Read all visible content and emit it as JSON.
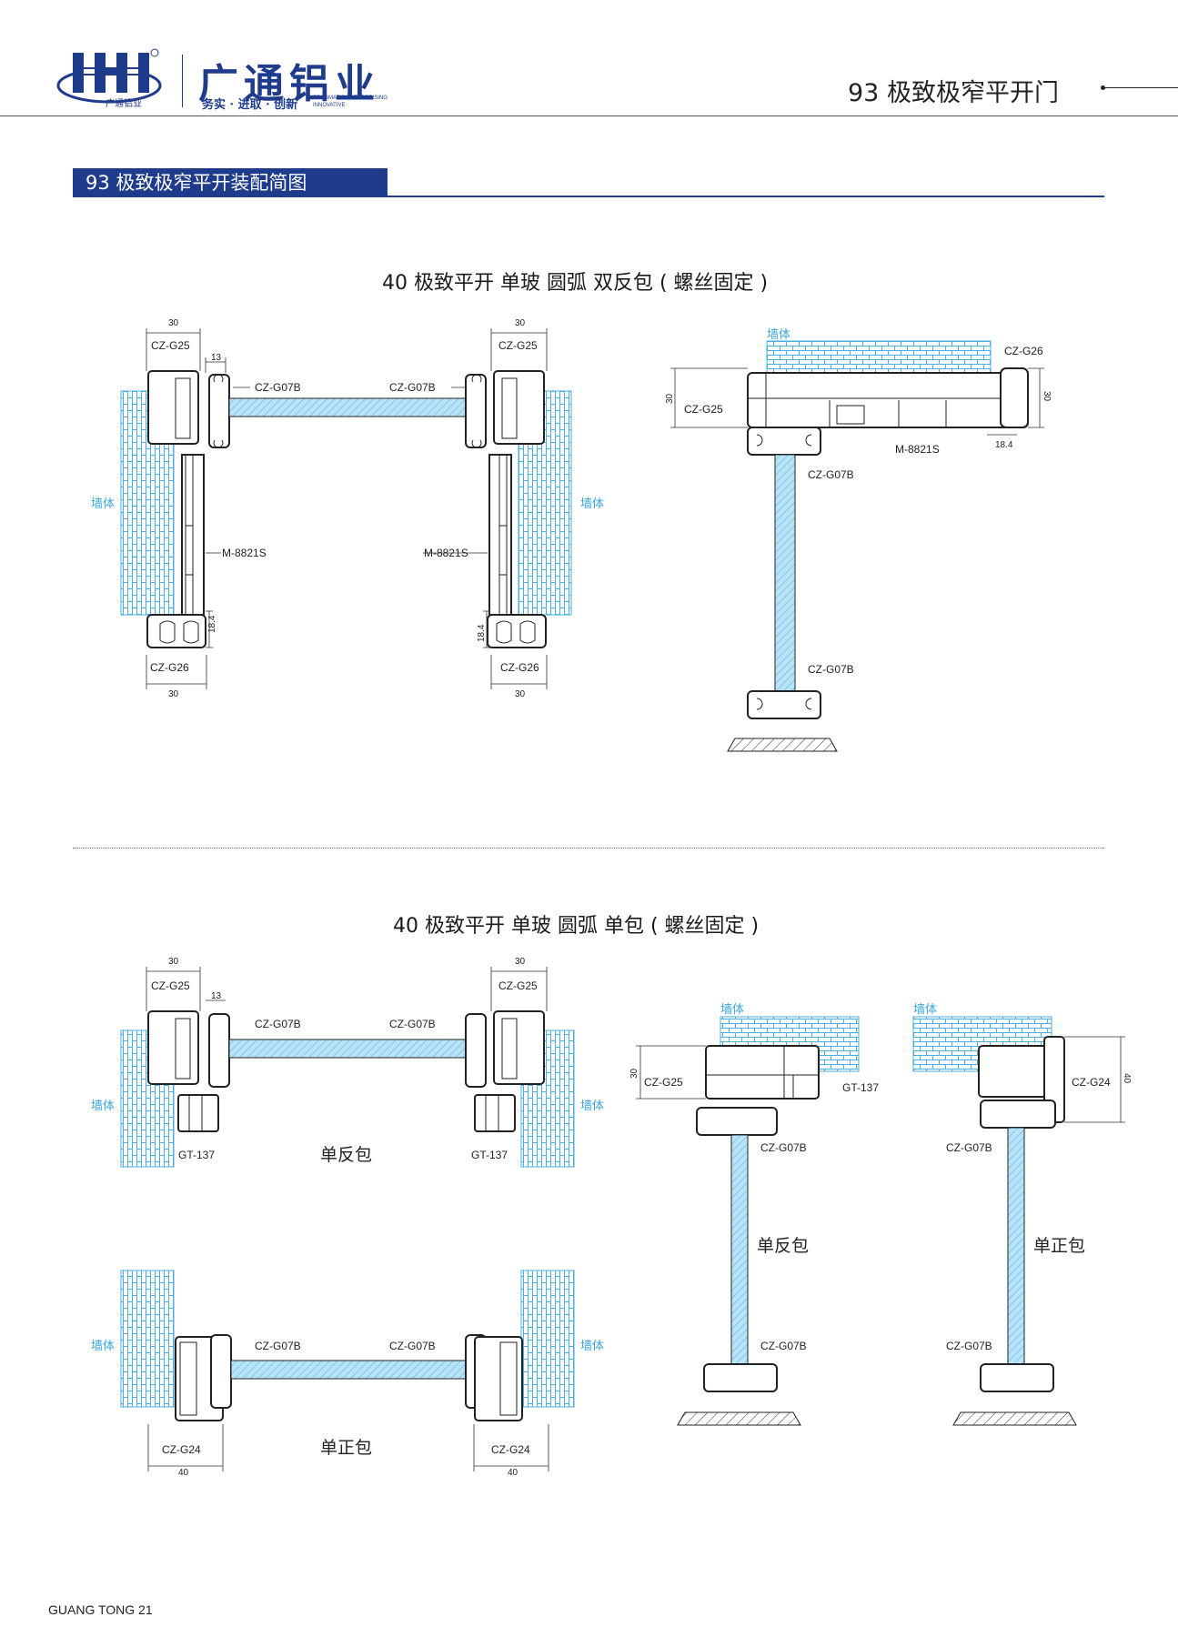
{
  "header": {
    "brand_name": "广通铝业",
    "slogan": "务实 · 进取 · 创新",
    "slogan_en": "PRAGMATIC ENTERPRISING INNOVATIVE",
    "logo_sub": "广通铝业",
    "page_title": "93 极致极窄平开门"
  },
  "section": {
    "title": "93 极致极窄平开装配简图"
  },
  "diagram1": {
    "title": "40 极致平开 单玻 圆弧 双反包 ( 螺丝固定 )",
    "wall": "墙体",
    "cz_g25": "CZ-G25",
    "cz_g26": "CZ-G26",
    "cz_g07b": "CZ-G07B",
    "m_8821s": "M-8821S",
    "dim_30": "30",
    "dim_13": "13",
    "dim_18_4": "18.4"
  },
  "diagram2": {
    "title": "40 极致平开 单玻 圆弧 单包 ( 螺丝固定 )",
    "wall": "墙体",
    "cz_g25": "CZ-G25",
    "cz_g24": "CZ-G24",
    "cz_g07b": "CZ-G07B",
    "gt_137": "GT-137",
    "dim_30": "30",
    "dim_13": "13",
    "dim_40": "40",
    "single_reverse": "单反包",
    "single_forward": "单正包"
  },
  "footer": {
    "text": "GUANG TONG  21"
  },
  "colors": {
    "brand_blue": "#1f3b8c",
    "wall_blue": "#3aa6dc",
    "glass_blue": "#8fd0ee"
  }
}
